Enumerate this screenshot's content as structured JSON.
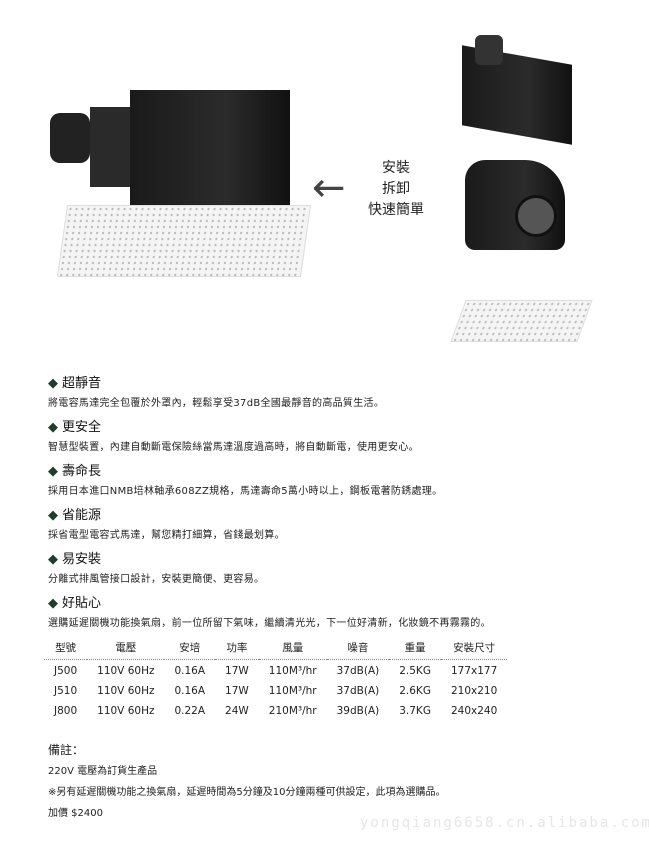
{
  "callout": {
    "lines": [
      "安裝",
      "拆卸",
      "快速簡單"
    ]
  },
  "features": [
    {
      "title": "超靜音",
      "desc": "將電容馬達完全包覆於外罩內，輕鬆享受37dB全國最靜音的高品質生活。"
    },
    {
      "title": "更安全",
      "desc": "智慧型裝置，內建自動斷電保險絲當馬達溫度過高時，將自動斷電，使用更安心。"
    },
    {
      "title": "壽命長",
      "desc": "採用日本進口NMB培林軸承608ZZ規格，馬達壽命5萬小時以上，鋼板電著防銹處理。"
    },
    {
      "title": "省能源",
      "desc": "採省電型電容式馬達，幫您精打細算，省錢最划算。"
    },
    {
      "title": "易安裝",
      "desc": "分離式排風管接口設計，安裝更簡便、更容易。"
    },
    {
      "title": "好貼心",
      "desc": "選購延遲關機功能換氣扇，前一位所留下氣味，繼續清光光，下一位好清新，化妝鏡不再霧霧的。"
    }
  ],
  "table": {
    "headers": [
      "型號",
      "電壓",
      "安培",
      "功率",
      "風量",
      "噪音",
      "重量",
      "安裝尺寸"
    ],
    "rows": [
      [
        "J500",
        "110V 60Hz",
        "0.16A",
        "17W",
        "110M³/hr",
        "37dB(A)",
        "2.5KG",
        "177x177"
      ],
      [
        "J510",
        "110V 60Hz",
        "0.16A",
        "17W",
        "110M³/hr",
        "37dB(A)",
        "2.6KG",
        "210x210"
      ],
      [
        "J800",
        "110V 60Hz",
        "0.22A",
        "24W",
        "210M³/hr",
        "39dB(A)",
        "3.7KG",
        "240x240"
      ]
    ]
  },
  "notes": {
    "title": "備註：",
    "lines": [
      "220V 電壓為訂貨生產品",
      "※另有延遲關機功能之換氣扇，延遲時間為5分鐘及10分鐘兩種可供設定，此項為選購品。",
      "加價 $2400"
    ]
  },
  "watermark": "yongqiang6658.cn.alibaba.com"
}
